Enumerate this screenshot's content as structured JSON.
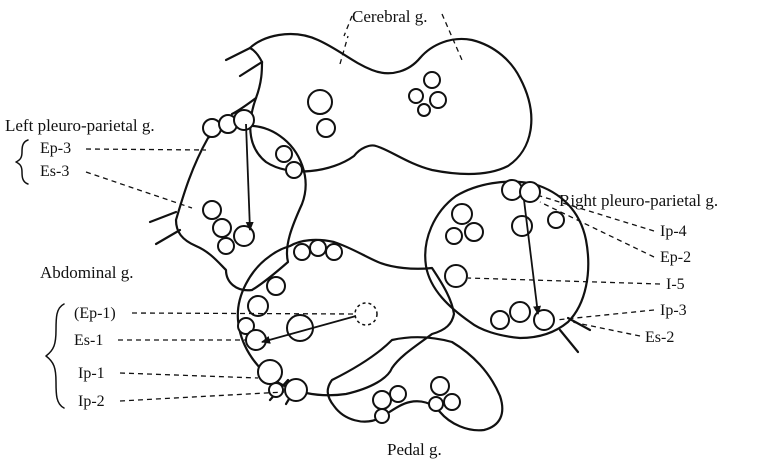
{
  "ganglia": {
    "cerebral": "Cerebral g.",
    "left_pleuro_parietal": "Left pleuro-parietal g.",
    "right_pleuro_parietal": "Right pleuro-parietal g.",
    "abdominal": "Abdominal g.",
    "pedal": "Pedal g."
  },
  "neurons": {
    "ep3": "Ep-3",
    "es3": "Es-3",
    "ip4": "Ip-4",
    "ep2": "Ep-2",
    "i5": "I-5",
    "ip3": "Ip-3",
    "es2": "Es-2",
    "ep1": "(Ep-1)",
    "es1": "Es-1",
    "ip1": "Ip-1",
    "ip2": "Ip-2"
  }
}
